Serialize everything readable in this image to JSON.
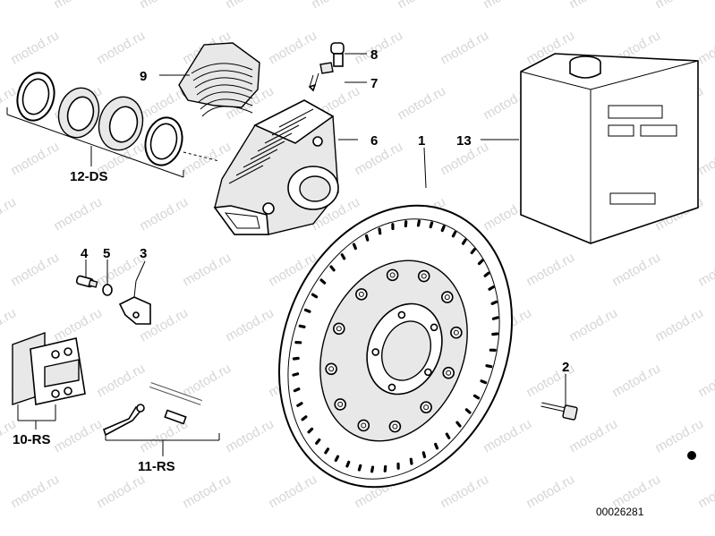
{
  "watermark": {
    "text": "motod.ru"
  },
  "diagram_ref": "00026281",
  "callouts": {
    "p1": "1",
    "p2": "2",
    "p3": "3",
    "p4": "4",
    "p5": "5",
    "p6": "6",
    "p7": "7",
    "p8": "8",
    "p9": "9",
    "p10": "10-RS",
    "p11": "11-RS",
    "p12": "12-DS",
    "p13": "13"
  }
}
